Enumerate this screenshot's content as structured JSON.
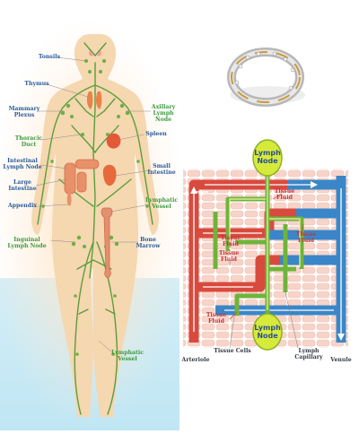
{
  "body_diagram": {
    "labels": {
      "tonsils": "Tonsils",
      "thymus": "Thymus",
      "mammary_plexus": "Mammary\nPlexus",
      "thoracic_duct": "Thoracic\nDuct",
      "intestinal_lymph_node": "Intestinal\nLymph Node",
      "large_intestine": "Large\nIntestine",
      "appendix": "Appendix",
      "inguinal_lymph_node": "Inguinal\nLymph Node",
      "axillary_lymph_node": "Axillary\nLymph Node",
      "spleen": "Spleen",
      "small_intestine": "Small\nIntestine",
      "lymphatic_vessel_right": "Lymphatic\nVessel",
      "bone_marrow": "Bone\nMarrow",
      "lymphatic_vessel_bottom": "Lymphatic\nVessel"
    }
  },
  "capillary_diagram": {
    "lymph_node_top": "Lymph\nNode",
    "lymph_node_bottom": "Lymph\nNode",
    "tissue_fluid_1": "Tissue\nFluid",
    "tissue_fluid_2": "Tissue\nFluid",
    "tissue_fluid_3": "Tissue\nFluid",
    "tissue_fluid_4": "Tissue\nFluid",
    "tissue_fluid_5": "Tissue\nFluid",
    "arteriole": "Arteriole",
    "tissue_cells": "Tissue Cells",
    "lymph_capillary": "Lymph\nCapillary",
    "venule": "Venule"
  },
  "colors": {
    "lymph_green": "#4f9a3a",
    "node_yellow": "#d6ea3b",
    "artery_red": "#d94a3e",
    "vein_blue": "#3a86c8",
    "skin": "#f6d9b3",
    "tissue_pink": "#f6d2c8"
  }
}
